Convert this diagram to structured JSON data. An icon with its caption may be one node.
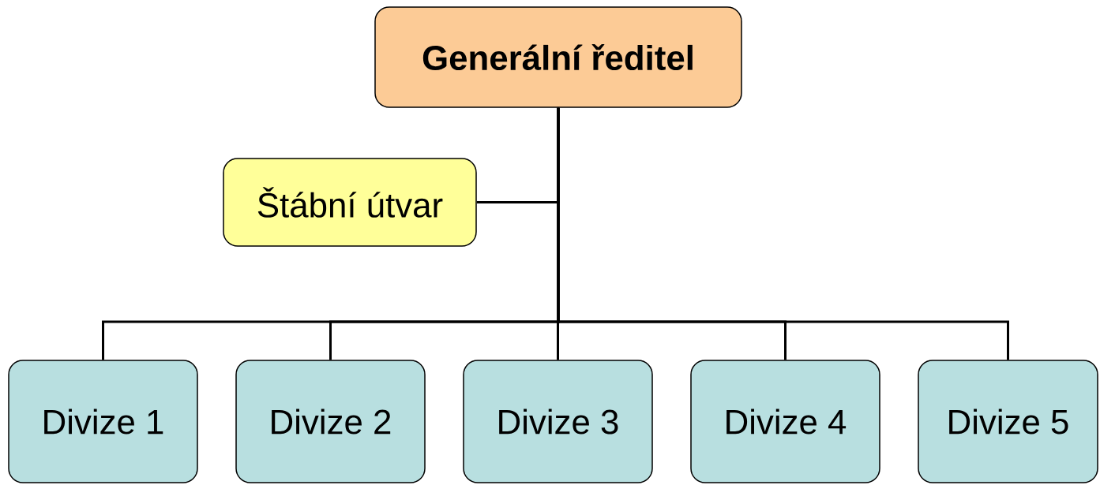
{
  "diagram": {
    "nodes": [
      {
        "text": [
          "Generální ředitel"
        ]
      },
      {
        "text": [
          "Štábní útvar"
        ]
      },
      {
        "text": [
          "Divize 1"
        ]
      },
      {
        "text": [
          "Divize 2"
        ]
      },
      {
        "text": [
          "Divize 3"
        ]
      },
      {
        "text": [
          "Divize 4"
        ]
      },
      {
        "text": [
          "Divize 5"
        ]
      }
    ],
    "edges": [
      {
        "from": 0,
        "to": 1,
        "arrow": "none"
      },
      {
        "from": 0,
        "to": 2,
        "arrow": "none"
      },
      {
        "from": 0,
        "to": 3,
        "arrow": "none"
      },
      {
        "from": 0,
        "to": 4,
        "arrow": "none"
      },
      {
        "from": 0,
        "to": 5,
        "arrow": "none"
      },
      {
        "from": 0,
        "to": 6,
        "arrow": "none"
      }
    ]
  }
}
